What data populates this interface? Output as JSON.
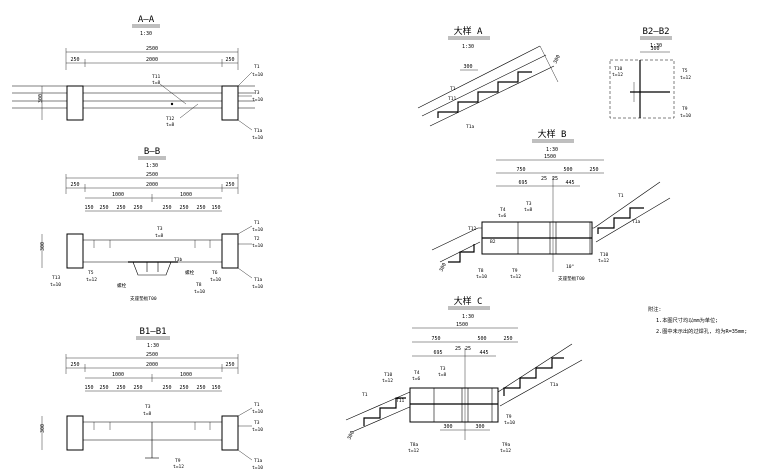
{
  "sections": {
    "aa": {
      "title": "A–A",
      "scale": "1:30",
      "dim_total": "2500",
      "dim_left": "250",
      "dim_mid": "2000",
      "dim_right": "250",
      "dim_side": "300",
      "lbl_t11": "T11",
      "lbl_t11_t": "t=8",
      "lbl_t12": "T12",
      "lbl_t12_t": "t=8",
      "lbl_t1": "T1",
      "lbl_t1_t": "t=10",
      "lbl_t3": "T3",
      "lbl_t3_t": "t=10",
      "lbl_t1a": "T1a",
      "lbl_t1a_t": "t=10"
    },
    "bb": {
      "title": "B–B",
      "scale": "1:30",
      "dim_total": "2500",
      "dim_left": "250",
      "dim_a": "1000",
      "dim_b": "2000",
      "dim_c": "1000",
      "dim_right": "250",
      "sub_dims": [
        "150",
        "250",
        "250",
        "250",
        "250",
        "250",
        "250",
        "150"
      ],
      "dim_side": "300",
      "lbl_t13": "T13",
      "lbl_t13_t": "t=10",
      "lbl_t5": "T5",
      "lbl_t5_t": "t=12",
      "lbl_t3": "T3",
      "lbl_t3_t": "t=8",
      "lbl_t3b": "T3b",
      "lbl_t6": "T6",
      "lbl_t6_t": "t=10",
      "lbl_t8": "T8",
      "lbl_t8_t": "t=10",
      "lbl_t1": "T1",
      "lbl_t1_t": "t=10",
      "lbl_t2": "T2",
      "lbl_t2_t": "t=10",
      "lbl_t1a": "T1a",
      "lbl_t1a_t": "t=10",
      "lbl_bolt": "螺栓",
      "lbl_pad": "支座垫板T00"
    },
    "b1": {
      "title": "B1–B1",
      "scale": "1:30",
      "dim_total": "2500",
      "dim_left": "250",
      "dim_a": "1000",
      "dim_b": "2000",
      "dim_c": "1000",
      "dim_right": "250",
      "sub_dims": [
        "150",
        "250",
        "250",
        "250",
        "250",
        "250",
        "250",
        "150"
      ],
      "dim_side": "300",
      "lbl_t3": "T3",
      "lbl_t3_t": "t=8",
      "lbl_t9": "T9",
      "lbl_t9_t": "t=12",
      "lbl_t1": "T1",
      "lbl_t1_t": "t=10",
      "lbl_t3r": "T3",
      "lbl_t3r_t": "t=10",
      "lbl_t1a": "T1a",
      "lbl_t1a_t": "t=10"
    },
    "da": {
      "title": "大样 A",
      "scale": "1:30",
      "dim_top": "300",
      "dim_side": "300",
      "lbl_t1": "T1",
      "lbl_t1a": "T1a",
      "lbl_t11": "T11"
    },
    "db": {
      "title": "大样 B",
      "scale": "1:30",
      "dim_total": "1500",
      "dim_a": "750",
      "dim_b": "500",
      "dim_c": "250",
      "dim_d": "695",
      "dim_e": "25",
      "dim_f": "25",
      "dim_g": "445",
      "dim_side": "300",
      "lbl_t4": "T4",
      "lbl_t4_t": "t=6",
      "lbl_t3": "T3",
      "lbl_t3_t": "t=8",
      "lbl_t12": "T12",
      "lbl_t1": "T1",
      "lbl_t1a": "T1a",
      "lbl_b2": "B2",
      "lbl_t8": "T8",
      "lbl_t8_t": "t=10",
      "lbl_t9": "T9",
      "lbl_t9_t": "t=12",
      "lbl_t10": "T10",
      "lbl_t10_t": "t=12",
      "lbl_pad": "支座垫板T00",
      "lbl_angle": "10°"
    },
    "dc": {
      "title": "大样 C",
      "scale": "1:30",
      "dim_total": "1500",
      "dim_a": "750",
      "dim_b": "500",
      "dim_c": "250",
      "dim_d": "695",
      "dim_e": "25",
      "dim_f": "25",
      "dim_g": "445",
      "dim_side": "300",
      "dim_bot1": "300",
      "dim_bot2": "300",
      "lbl_t10": "T10",
      "lbl_t10_t": "t=12",
      "lbl_t4": "T4",
      "lbl_t4_t": "t=6",
      "lbl_t3": "T3",
      "lbl_t3_t": "t=8",
      "lbl_t1": "T1",
      "lbl_t1a": "T1a",
      "lbl_t11": "T11",
      "lbl_t8a": "T8a",
      "lbl_t8a_t": "t=12",
      "lbl_t9": "T9",
      "lbl_t9_t": "t=10",
      "lbl_t9a": "T9a",
      "lbl_t9a_t": "t=12"
    },
    "b2": {
      "title": "B2–B2",
      "scale": "1:30",
      "dim_w": "300",
      "lbl_t10": "T10",
      "lbl_t10_t": "t=12",
      "lbl_t5": "T5",
      "lbl_t5_t": "t=12",
      "lbl_t9": "T9",
      "lbl_t9_t": "t=10"
    }
  },
  "notes": {
    "title": "附注:",
    "line1": "1.本图尺寸均以mm为单位;",
    "line2": "2.图中未示出的过焊孔, 均为R=35mm;"
  }
}
